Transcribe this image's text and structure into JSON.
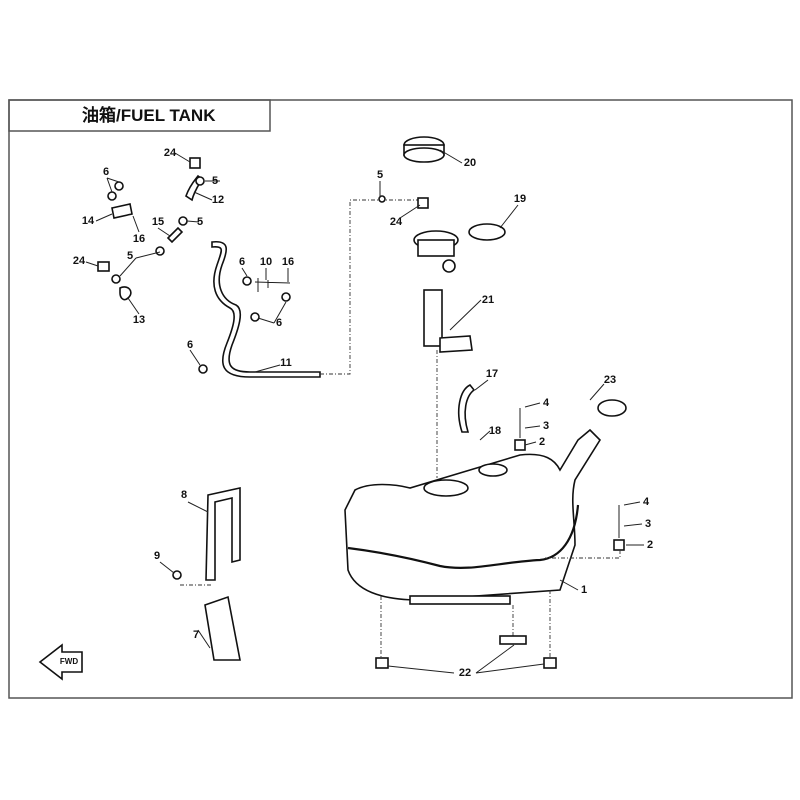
{
  "title": "油箱/FUEL TANK",
  "fwd_label": "FWD",
  "callouts": [
    "24",
    "5",
    "12",
    "6",
    "14",
    "16",
    "15",
    "5",
    "24",
    "5",
    "13",
    "6",
    "10",
    "16",
    "6",
    "6",
    "11",
    "5",
    "24",
    "20",
    "19",
    "21",
    "17",
    "18",
    "4",
    "3",
    "2",
    "23",
    "4",
    "3",
    "2",
    "1",
    "8",
    "9",
    "7",
    "22"
  ]
}
